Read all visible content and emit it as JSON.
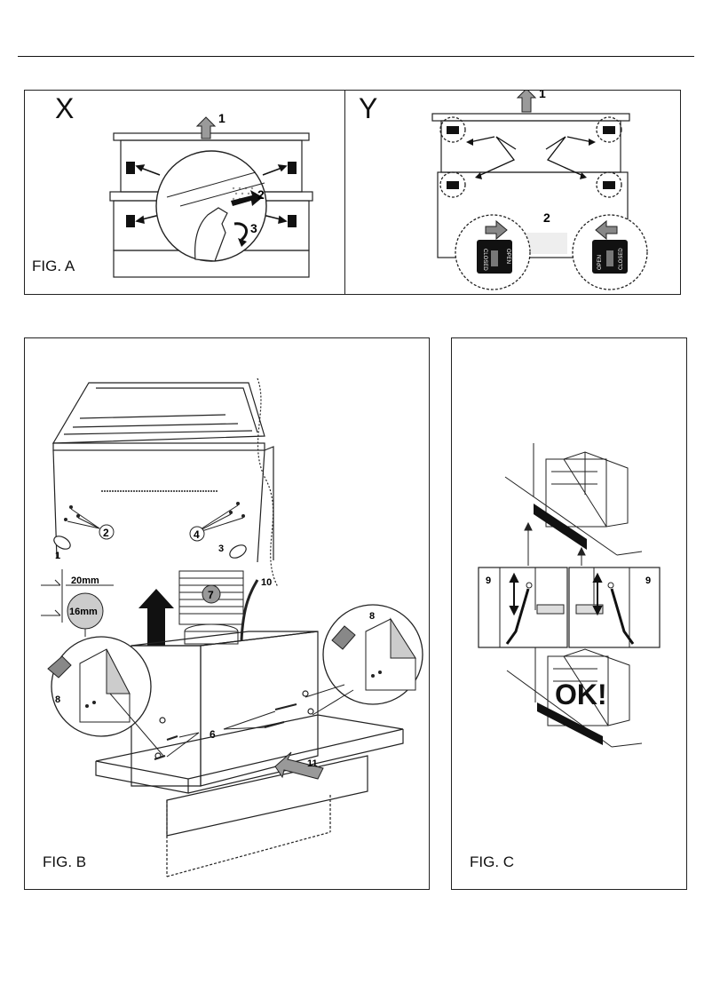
{
  "figA": {
    "label": "FIG. A",
    "panelX": {
      "letter": "X",
      "callouts": [
        "1",
        "2",
        "3"
      ]
    },
    "panelY": {
      "letter": "Y",
      "callouts": [
        "1",
        "2"
      ],
      "switchLeft": {
        "open": "OPEN",
        "closed": "CLOSED"
      },
      "switchRight": {
        "open": "OPEN",
        "closed": "CLOSED"
      }
    }
  },
  "figB": {
    "label": "FIG. B",
    "callouts": [
      "1",
      "2",
      "3",
      "4",
      "6",
      "7",
      "8",
      "8",
      "10",
      "11"
    ],
    "dim20": "20mm",
    "dim16": "16mm"
  },
  "figC": {
    "label": "FIG. C",
    "callouts": [
      "9",
      "9"
    ],
    "ok": "OK!"
  }
}
